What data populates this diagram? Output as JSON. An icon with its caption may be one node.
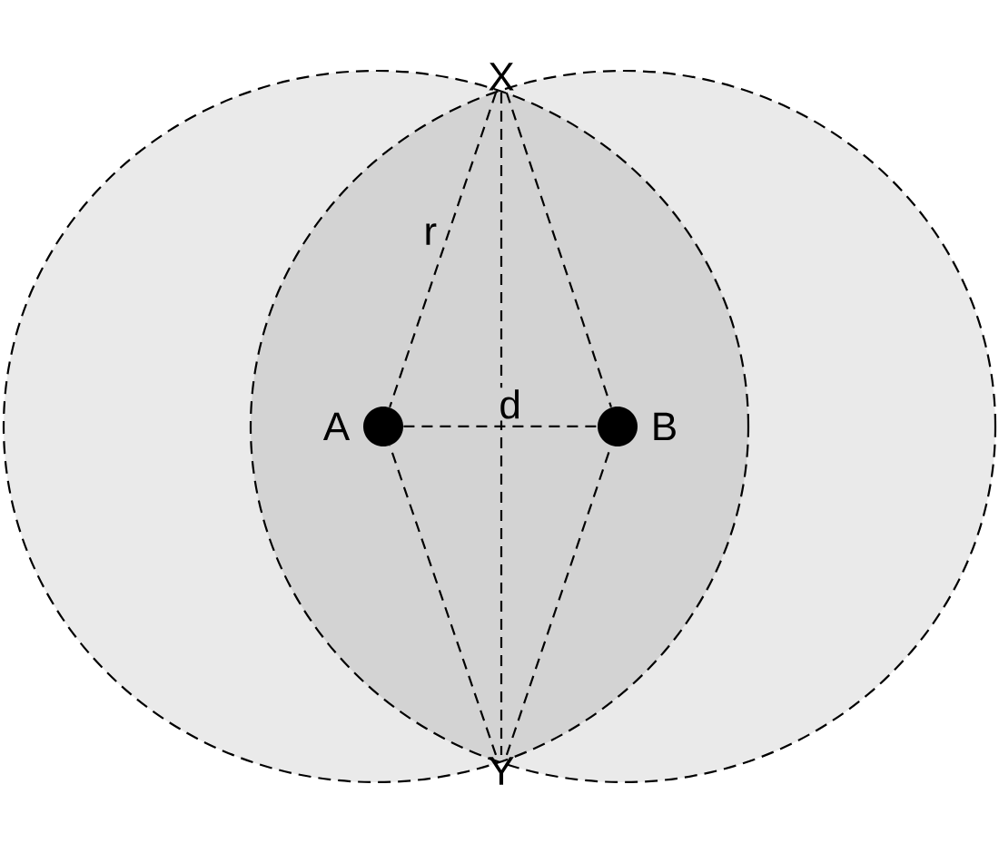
{
  "diagram": {
    "nodes": [
      {
        "text": [
          "X"
        ]
      },
      {
        "text": [],
        "shape": "circle",
        "beside": [
          "A"
        ]
      },
      {
        "text": [],
        "shape": "circle",
        "beside": [
          "B"
        ]
      },
      {
        "text": [
          "Y"
        ]
      }
    ],
    "edges": [
      {
        "from": 0,
        "to": 1,
        "arrow": "none",
        "style": "dashed",
        "label": "r"
      },
      {
        "from": 0,
        "to": 2,
        "arrow": "none",
        "style": "dashed"
      },
      {
        "from": 0,
        "to": 3,
        "arrow": "none",
        "style": "dashed"
      },
      {
        "from": 1,
        "to": 2,
        "arrow": "none",
        "style": "dashed",
        "label": "d"
      },
      {
        "from": 3,
        "to": 1,
        "arrow": "none",
        "style": "dashed"
      },
      {
        "from": 3,
        "to": 2,
        "arrow": "none",
        "style": "dashed"
      }
    ]
  }
}
